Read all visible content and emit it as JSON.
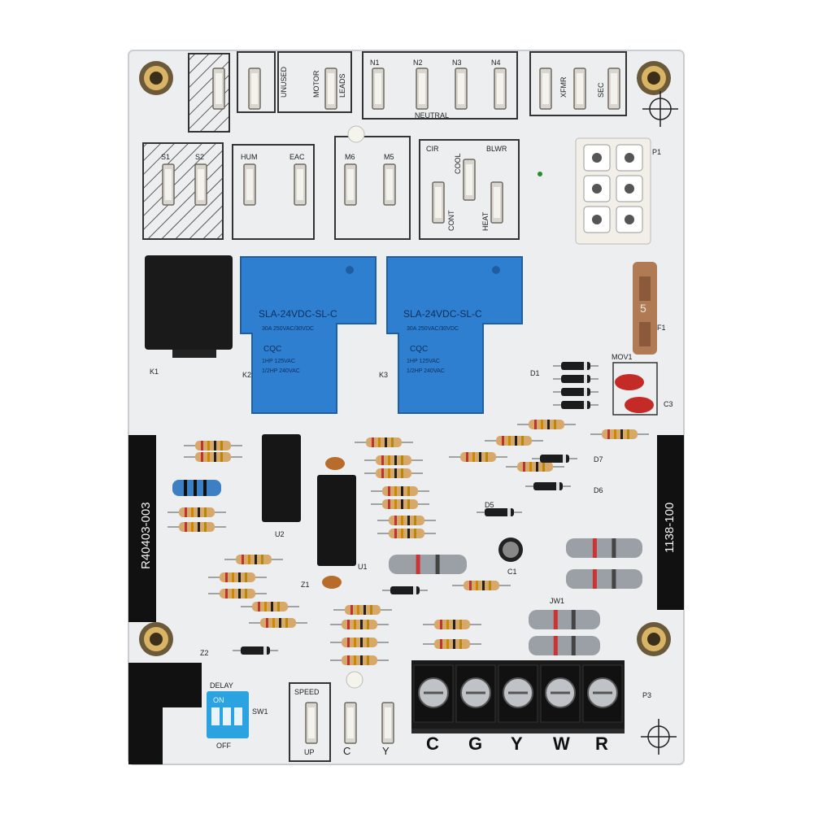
{
  "board": {
    "part_number_left": "R40403-003",
    "part_number_right": "1138-100",
    "colors": {
      "pcb": "#eceef0",
      "silk_dark": "#111111",
      "relay_blue": "#2f7fd1",
      "relay_black": "#1a1a1a",
      "fuse_brown": "#b07a55",
      "dip_blue": "#2aa3e0"
    }
  },
  "terminal_labels": {
    "n1": "N1",
    "n2": "N2",
    "n3": "N3",
    "n4": "N4",
    "neutral": "NEUTRAL",
    "unused": "UNUSED",
    "motor": "MOTOR",
    "leads": "LEADS",
    "xfmr": "XFMR",
    "sec": "SEC",
    "hum": "HUM",
    "eac": "EAC",
    "s1": "S1",
    "s2": "S2",
    "m6": "M6",
    "m5": "M5",
    "cir": "CIR",
    "blwr": "BLWR",
    "cool": "COOL",
    "cont": "CONT",
    "heat": "HEAT",
    "p1": "P1",
    "p3": "P3"
  },
  "relays": {
    "k2_text": "SLA-24VDC-SL-C",
    "k3_text": "SLA-24VDC-SL-C",
    "rating_1": "30A 250VAC/30VDC",
    "rating_2": "1HP 125VAC",
    "rating_3": "1/2HP 240VAC",
    "cqc": "CQC",
    "k1": "K1",
    "k2": "K2",
    "k3": "K3"
  },
  "components": {
    "f1": "F1",
    "mov1": "MOV1",
    "u1": "U1",
    "u2": "U2",
    "c1": "C1",
    "c3": "C3",
    "d1": "D1",
    "d5": "D5",
    "d6": "D6",
    "d7": "D7",
    "z1": "Z1",
    "z2": "Z2",
    "jw1": "JW1"
  },
  "terminal_strip": {
    "labels": [
      "C",
      "G",
      "Y",
      "W",
      "R"
    ]
  },
  "dip_switch": {
    "title": "DELAY",
    "on": "ON",
    "off": "OFF",
    "sw": "SW1"
  },
  "speed_block": {
    "title": "SPEED",
    "up": "UP",
    "c": "C",
    "y": "Y"
  }
}
